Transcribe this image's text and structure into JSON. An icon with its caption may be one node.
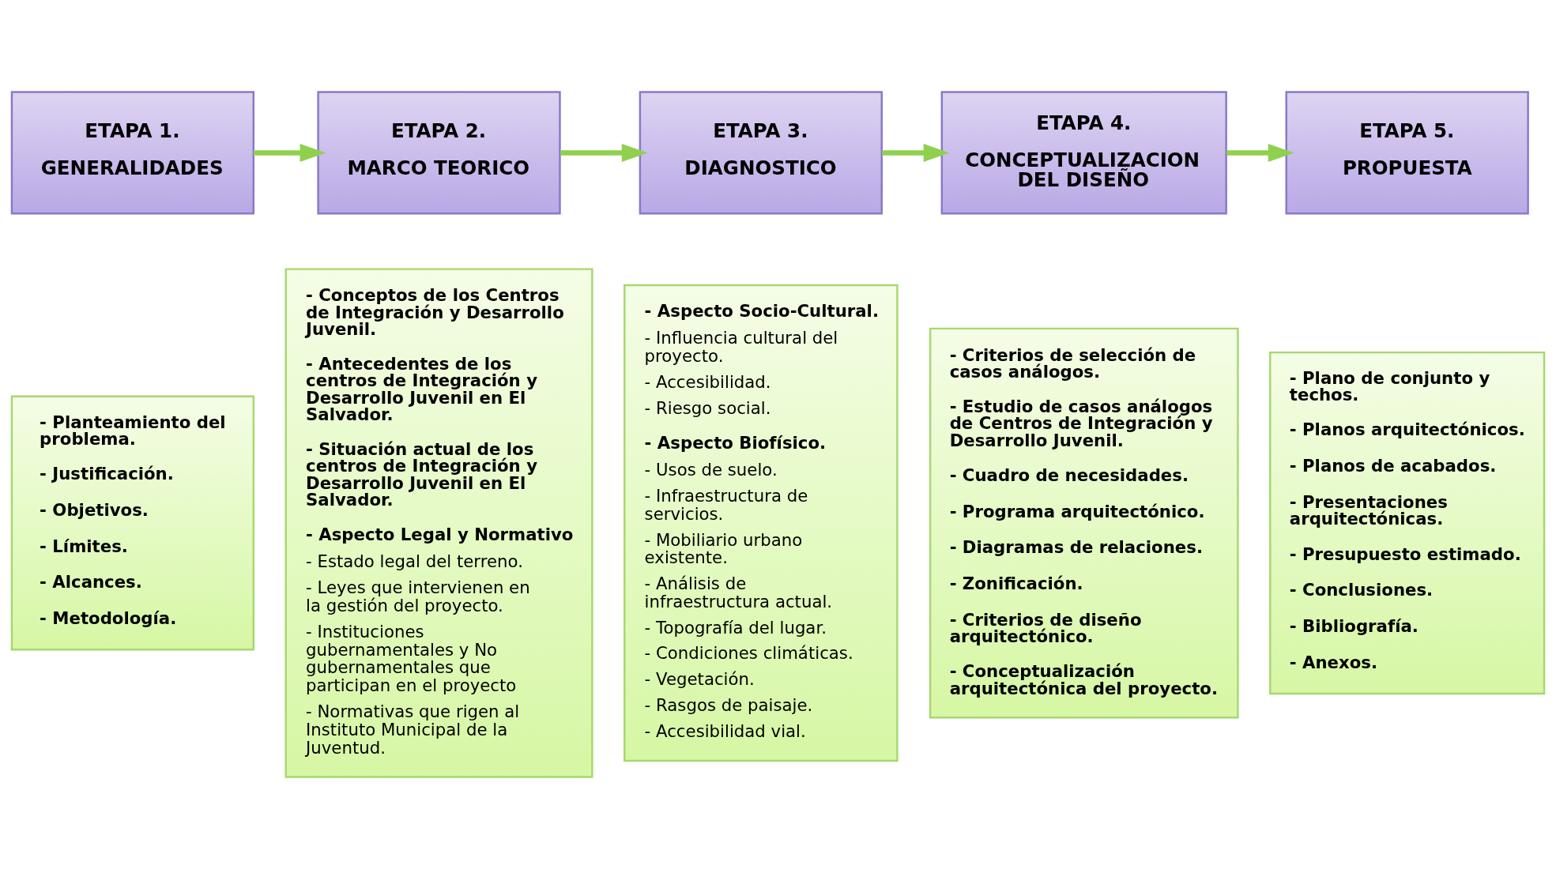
{
  "diagram": {
    "nodes": [
      {
        "text": [
          "ETAPA 1.",
          "GENERALIDADES"
        ]
      },
      {
        "text": [
          "ETAPA 2.",
          "MARCO TEORICO"
        ]
      },
      {
        "text": [
          "ETAPA 3.",
          "DIAGNOSTICO"
        ]
      },
      {
        "text": [
          "ETAPA 4.",
          "CONCEPTUALIZACION DEL DISEÑO"
        ]
      },
      {
        "text": [
          "ETAPA 5.",
          "PROPUESTA"
        ]
      },
      {
        "text": [
          "- Planteamiento del problema.",
          "- Justificación.",
          "- Objetivos.",
          "- Límites.",
          "- Alcances.",
          "- Metodología."
        ]
      },
      {
        "text": [
          "- Conceptos de los Centros de Integración y Desarrollo Juvenil.",
          "- Antecedentes de los centros de Integración y Desarrollo Juvenil en El Salvador.",
          "- Situación actual de los centros de Integración y Desarrollo Juvenil en El Salvador.",
          "- Aspecto Legal y Normativo",
          "- Estado legal del terreno.",
          "- Leyes que intervienen en la gestión del proyecto.",
          "- Instituciones gubernamentales y No gubernamentales que participan en el proyecto",
          "- Normativas que rigen al Instituto Municipal de la Juventud."
        ]
      },
      {
        "text": [
          "- Aspecto Socio-Cultural.",
          "- Influencia cultural del proyecto.",
          "- Accesibilidad.",
          "- Riesgo social.",
          "- Aspecto Biofísico.",
          "- Usos de suelo.",
          "- Infraestructura de servicios.",
          "- Mobiliario urbano existente.",
          "- Análisis de infraestructura actual.",
          "- Topografía del lugar.",
          "- Condiciones climáticas.",
          "- Vegetación.",
          "- Rasgos de paisaje.",
          "- Accesibilidad vial."
        ]
      },
      {
        "text": [
          "- Criterios de selección de casos análogos.",
          "- Estudio de casos análogos de Centros de Integración y Desarrollo Juvenil.",
          "- Cuadro de necesidades.",
          "- Programa arquitectónico.",
          "- Diagramas de relaciones.",
          "- Zonificación.",
          "- Criterios de diseño arquitectónico.",
          "- Conceptualización arquitectónica del proyecto."
        ]
      },
      {
        "text": [
          "- Plano de conjunto y techos.",
          "- Planos arquitectónicos.",
          "- Planos de acabados.",
          "- Presentaciones arquitectónicas.",
          "- Presupuesto estimado.",
          "- Conclusiones.",
          "- Bibliografía.",
          "- Anexos."
        ]
      }
    ],
    "edges": [
      {
        "from": 0,
        "to": 1,
        "arrow": "to"
      },
      {
        "from": 1,
        "to": 2,
        "arrow": "to"
      },
      {
        "from": 2,
        "to": 3,
        "arrow": "to"
      },
      {
        "from": 3,
        "to": 4,
        "arrow": "to"
      }
    ]
  }
}
